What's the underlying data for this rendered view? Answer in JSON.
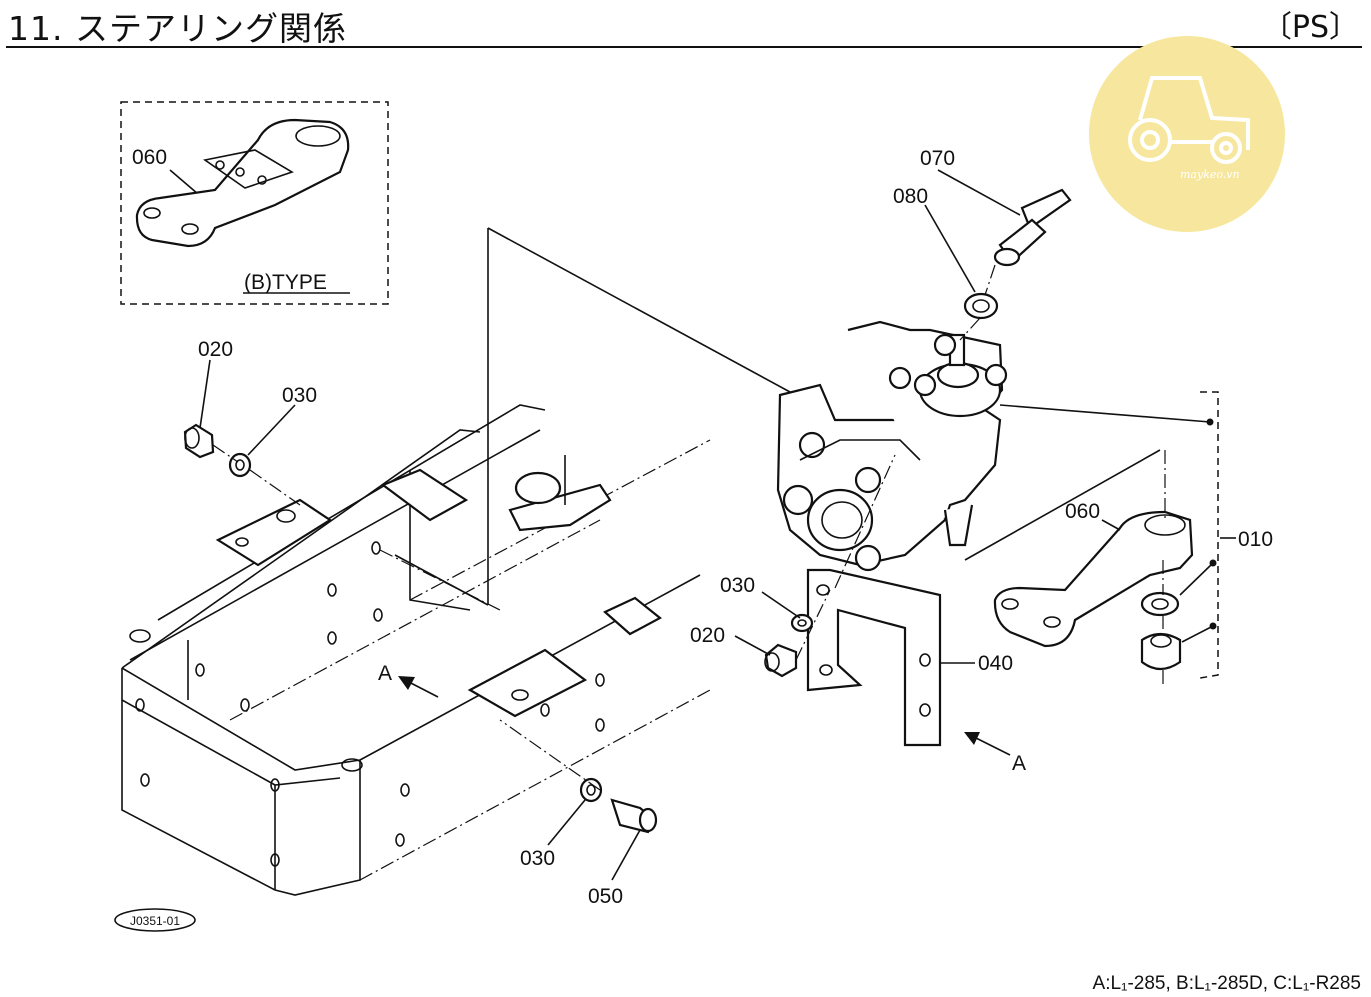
{
  "page": {
    "title": "11. ステアリング関係",
    "section_code": "〔PS〕",
    "footer": "A:L₁-285, B:L₁-285D, C:L₁-R285",
    "figure_ref": "J0351-01"
  },
  "inset": {
    "label": "(B)TYPE",
    "part": "060"
  },
  "callouts": {
    "c070": "070",
    "c080": "080",
    "c060": "060",
    "c010": "010",
    "c030_right": "030",
    "c020_right": "020",
    "c040": "040",
    "c020_left": "020",
    "c030_left": "030",
    "c030_bottom": "030",
    "c050": "050",
    "view_a_left": "A",
    "view_a_right": "A"
  },
  "watermark": {
    "text": "maykeo.vn",
    "color": "#f7e79e"
  }
}
